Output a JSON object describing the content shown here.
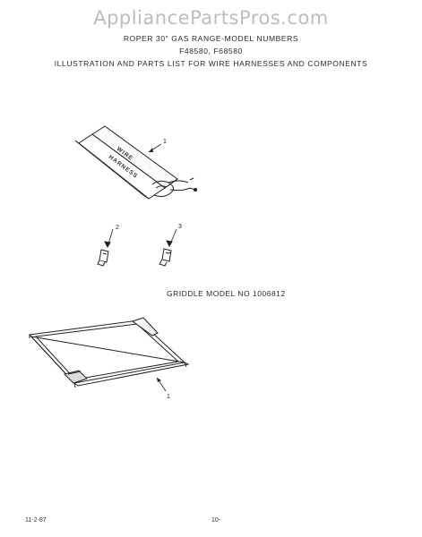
{
  "watermark": "AppliancePartsPros.com",
  "header": {
    "line1": "ROPER 30\" GAS RANGE-MODEL NUMBERS",
    "line2": "F48580, F68580",
    "line3": "ILLUSTRATION AND PARTS LIST FOR WIRE HARNESSES AND COMPONENTS"
  },
  "harness_box": {
    "label_top": "WIRE",
    "label_bottom": "HARNESS"
  },
  "callouts": {
    "harness": "1",
    "terminal_a": "2",
    "terminal_b": "3",
    "griddle": "1"
  },
  "griddle_title": "GRIDDLE MODEL NO 1006812",
  "footer": {
    "date": "11-2-87",
    "page": "10-"
  }
}
